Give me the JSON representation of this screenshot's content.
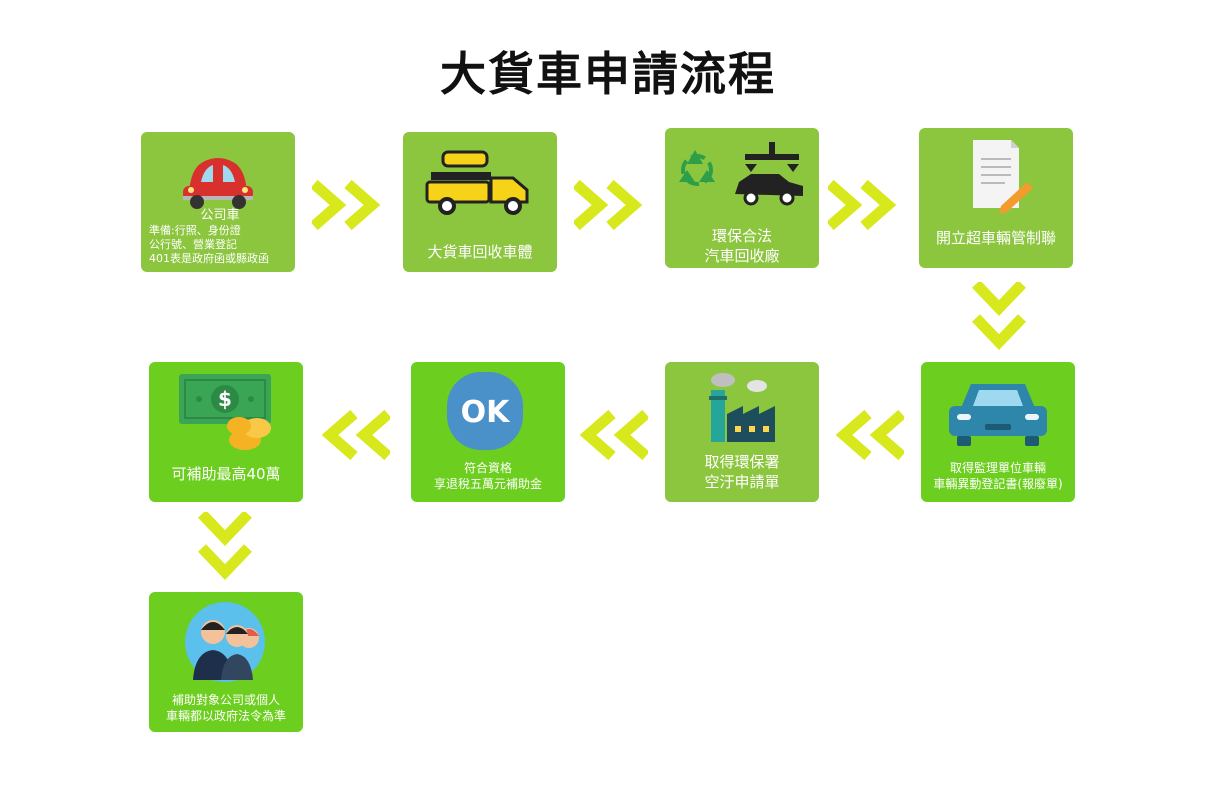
{
  "title": "大貨車申請流程",
  "steps": [
    {
      "label": "公司車",
      "notes": [
        "準備:行照、身份證",
        "公行號、營業登記",
        "401表是政府函或縣政函"
      ]
    },
    {
      "label": "大貨車回收車體"
    },
    {
      "lines": [
        "環保合法",
        "汽車回收廠"
      ]
    },
    {
      "label": "開立超車輛管制聯"
    },
    {
      "lines": [
        "取得監理單位車輛",
        "車輛異動登記書(報廢單)"
      ]
    },
    {
      "lines": [
        "取得環保署",
        "空汙申請單"
      ]
    },
    {
      "lines": [
        "符合資格",
        "享退稅五萬元補助金"
      ],
      "icon_text": "OK"
    },
    {
      "label": "可補助最高40萬"
    },
    {
      "lines": [
        "補助對象公司或個人",
        "車輛都以政府法令為準"
      ]
    }
  ],
  "colors": {
    "box": "#8cc63f",
    "box_bright": "#6cce1e",
    "arrow": "#d7e91c"
  }
}
